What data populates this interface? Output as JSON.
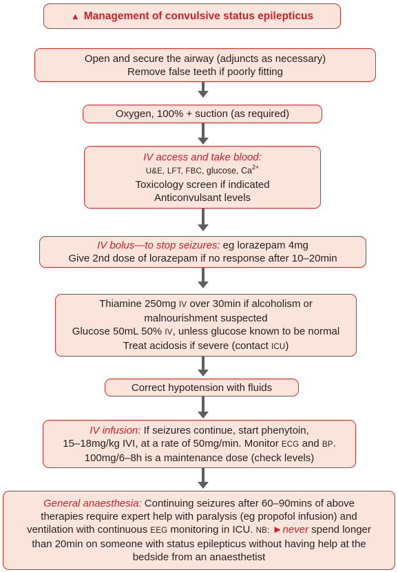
{
  "title": {
    "icon": "warning-triangle",
    "text": "Management of convulsive status epilepticus"
  },
  "step1": {
    "line1": "Open and secure the airway (adjuncts as necessary)",
    "line2": "Remove false teeth if poorly fitting"
  },
  "step2": {
    "line1": "Oxygen, 100% + suction (as required)"
  },
  "step3": {
    "heading": "IV access and take blood:",
    "tests_a": "U&E, LFT, FBC",
    "tests_b": ", glucose, Ca",
    "tests_sup": "2+",
    "line2": "Toxicology screen if indicated",
    "line3": "Anticonvulsant levels"
  },
  "step4": {
    "heading": "IV bolus—to stop seizures:",
    "line1_rest": " eg lorazepam 4mg",
    "line2": "Give 2nd dose of lorazepam if no response after 10–20min"
  },
  "step5": {
    "l1a": "Thiamine 250mg ",
    "l1b": "IV",
    "l1c": " over 30min if alcoholism or",
    "line2": "malnourishment suspected",
    "l3a": "Glucose 50mL 50% ",
    "l3b": "IV",
    "l3c": ", unless glucose known to be normal",
    "l4a": "Treat acidosis if severe (contact ",
    "l4b": "ICU",
    "l4c": ")"
  },
  "step6": {
    "line1": "Correct hypotension with fluids"
  },
  "step7": {
    "heading": "IV infusion:",
    "l1_rest": " If seizures continue, start phenytoin,",
    "l2a": "15–18mg/kg IVI, at a rate of 50mg/min. Monitor ",
    "l2b": "ECG",
    "l2c": " and ",
    "l2d": "BP",
    "l2e": ".",
    "line3": "100mg/6–8h is a maintenance dose (check levels)"
  },
  "step8": {
    "heading": "General anaesthesia:",
    "l1_rest": " Continuing seizures after 60–90mins of above",
    "line2": "therapies require expert help with paralysis (eg propofol infusion) and",
    "l3a": "ventilation with continuous ",
    "l3b": "EEG",
    "l3c": " monitoring in ICU. ",
    "l3d": "NB:",
    "l3e": " ",
    "l3f": "►never",
    "l3g": " spend longer",
    "line4": "than 20min on someone with status epilepticus without having help at the",
    "line5": "bedside from an anaesthetist"
  },
  "colors": {
    "box_fill": "#fbe4dc",
    "border": "#d52b2b",
    "accent_text": "#d0202a",
    "arrow": "#5f5f61"
  }
}
